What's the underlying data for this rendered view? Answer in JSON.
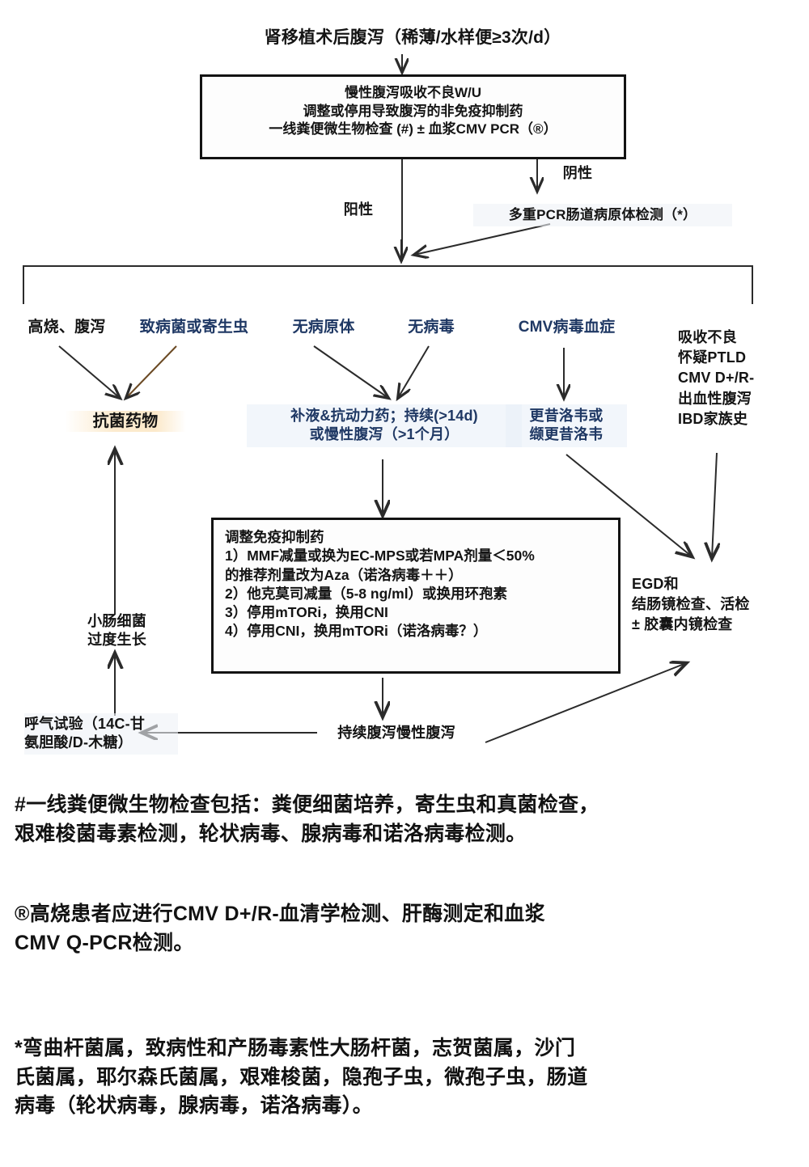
{
  "diagram": {
    "title_top": "肾移植术后腹泻（稀薄/水样便≥3次/d）",
    "workup_box": "慢性腹泻吸收不良W/U\n调整或停用导致腹泻的非免疫抑制药\n一线粪便微生物检查 (#) ± 血浆CMV PCR（®）",
    "label_positive": "阳性",
    "label_negative": "阴性",
    "pcr_panel": "多重PCR肠道病原体检测（*）",
    "branches": [
      {
        "id": "fever-diarrhea",
        "label": "高烧、腹泻",
        "color": "black"
      },
      {
        "id": "pathogen-parasite",
        "label": "致病菌或寄生虫",
        "color": "blue"
      },
      {
        "id": "no-pathogen",
        "label": "无病原体",
        "color": "blue"
      },
      {
        "id": "no-virus",
        "label": "无病毒",
        "color": "blue"
      },
      {
        "id": "cmv-viremia",
        "label": "CMV病毒血症",
        "color": "blue"
      },
      {
        "id": "malabsorption",
        "label": "吸收不良\n怀疑PTLD\nCMV D+/R-\n出血性腹泻\nIBD家族史",
        "color": "black"
      }
    ],
    "antimicrobial": "抗菌药物",
    "supportive": "补液&抗动力药；持续(>14d)\n或慢性腹泻（>1个月）",
    "ganciclovir": "更昔洛韦或\n缬更昔洛韦",
    "immunosuppression_box": "调整免疫抑制药\n1）MMF减量或换为EC-MPS或若MPA剂量＜50%\n的推荐剂量改为Aza（诺洛病毒＋＋）\n2）他克莫司减量（5-8 ng/ml）或换用环孢素\n3）停用mTORi，换用CNI\n4）停用CNI，换用mTORi（诺洛病毒？）",
    "sibo": "小肠细菌\n过度生长",
    "breath_test": "呼气试验（14C-甘\n氨胆酸/D-木糖）",
    "persistent_diarrhea": "持续腹泻慢性腹泻",
    "egd": "EGD和\n结肠镜检查、活检\n± 胶囊内镜检查"
  },
  "footnotes": {
    "hash": "#一线粪便微生物检查包括：粪便细菌培养，寄生虫和真菌检查，\n艰难梭菌毒素检测，轮状病毒、腺病毒和诺洛病毒检测。",
    "reg": "®高烧患者应进行CMV D+/R-血清学检测、肝酶测定和血浆\nCMV Q-PCR检测。",
    "star": "*弯曲杆菌属，致病性和产肠毒素性大肠杆菌，志贺菌属，沙门\n氏菌属，耶尔森氏菌属，艰难梭菌，隐孢子虫，微孢子虫，肠道\n病毒（轮状病毒，腺病毒，诺洛病毒）。"
  },
  "colors": {
    "blue": "#1f3864",
    "black": "#141414",
    "line": "#2b2b2b"
  }
}
